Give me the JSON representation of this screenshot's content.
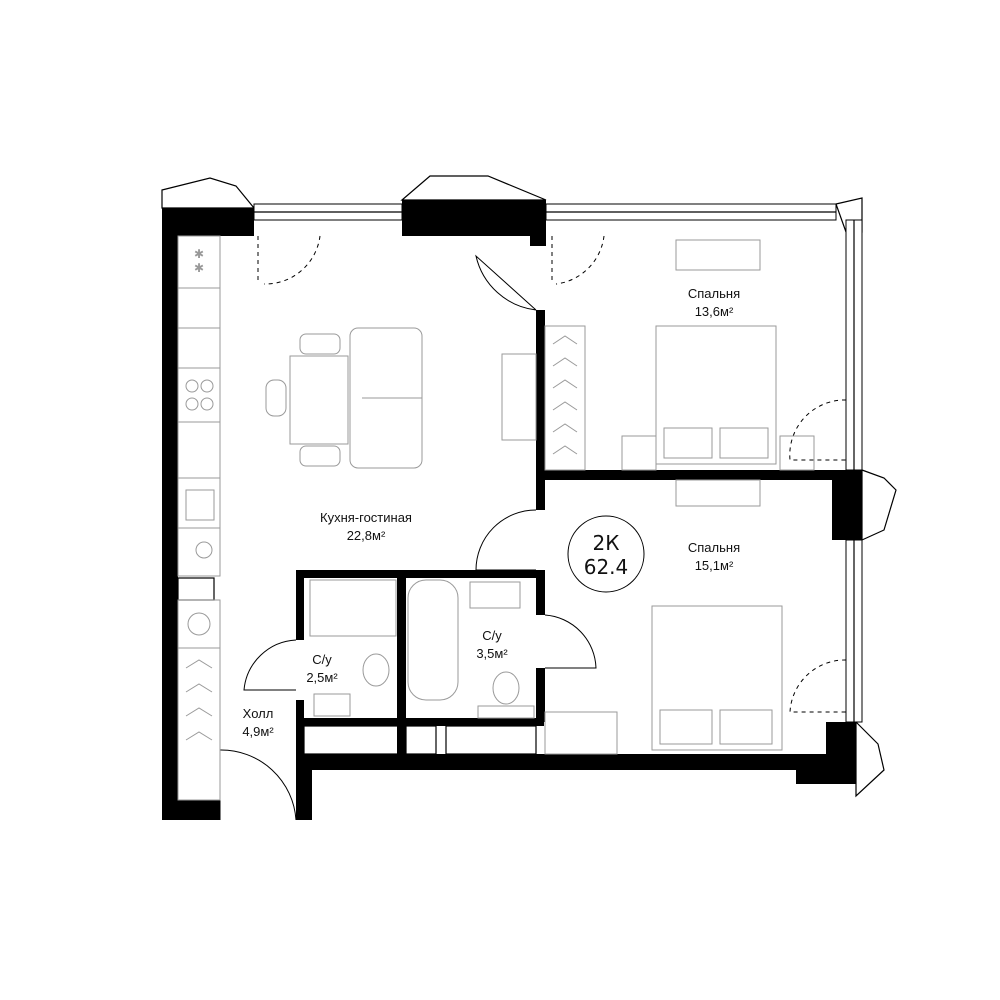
{
  "plan": {
    "badge_type": "2К",
    "badge_area": "62.4",
    "rooms": [
      {
        "name": "Кухня-гостиная",
        "area": "22,8м²"
      },
      {
        "name": "Спальня",
        "area": "13,6м²"
      },
      {
        "name": "Спальня",
        "area": "15,1м²"
      },
      {
        "name": "С/у",
        "area": "2,5м²"
      },
      {
        "name": "С/у",
        "area": "3,5м²"
      },
      {
        "name": "Холл",
        "area": "4,9м²"
      }
    ]
  },
  "colors": {
    "wall": "#000000",
    "furniture": "#9a9a9a",
    "background": "#ffffff"
  }
}
